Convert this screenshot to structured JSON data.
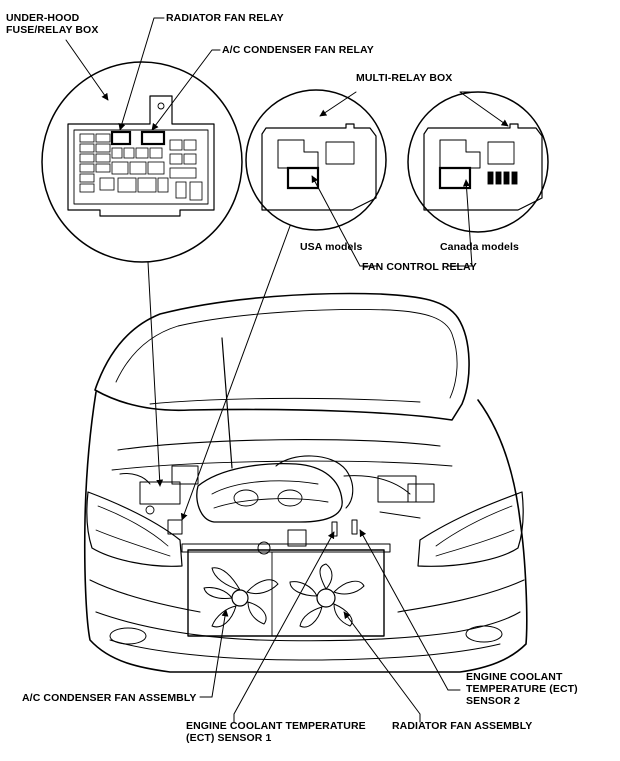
{
  "labels": {
    "fuse_box": "UNDER-HOOD\nFUSE/RELAY BOX",
    "radiator_fan_relay": "RADIATOR FAN RELAY",
    "ac_condenser_fan_relay": "A/C CONDENSER FAN RELAY",
    "multi_relay_box": "MULTI-RELAY BOX",
    "usa_models": "USA models",
    "canada_models": "Canada models",
    "fan_control_relay": "FAN CONTROL RELAY",
    "engine_coolant_sensor_2": "ENGINE COOLANT\nTEMPERATURE (ECT)\nSENSOR 2",
    "ac_condenser_fan_assembly": "A/C CONDENSER FAN ASSEMBLY",
    "engine_coolant_sensor_1": "ENGINE COOLANT TEMPERATURE\n(ECT) SENSOR 1",
    "radiator_fan_assembly": "RADIATOR FAN ASSEMBLY"
  }
}
